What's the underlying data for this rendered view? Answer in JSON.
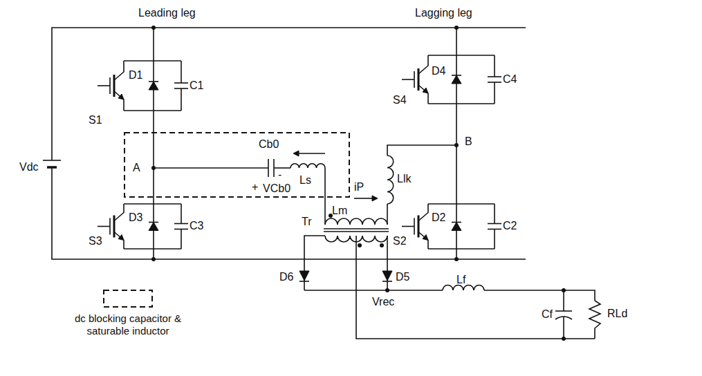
{
  "diagram": {
    "labels": [
      "Leading leg",
      "Lagging leg",
      "Vdc",
      "S1",
      "D1",
      "C1",
      "S3",
      "D3",
      "C3",
      "S4",
      "D4",
      "C4",
      "S2",
      "D2",
      "C2",
      "A",
      "Cb0",
      "+",
      "VCb0",
      "-",
      "Ls",
      "B",
      "iP",
      "Llk",
      "Lm",
      "Tr",
      "D6",
      "D5",
      "Vrec",
      "Lf",
      "Cf",
      "RLd"
    ],
    "legend": [
      {
        "text": "dc blocking capacitor & saturable inductor"
      }
    ]
  }
}
